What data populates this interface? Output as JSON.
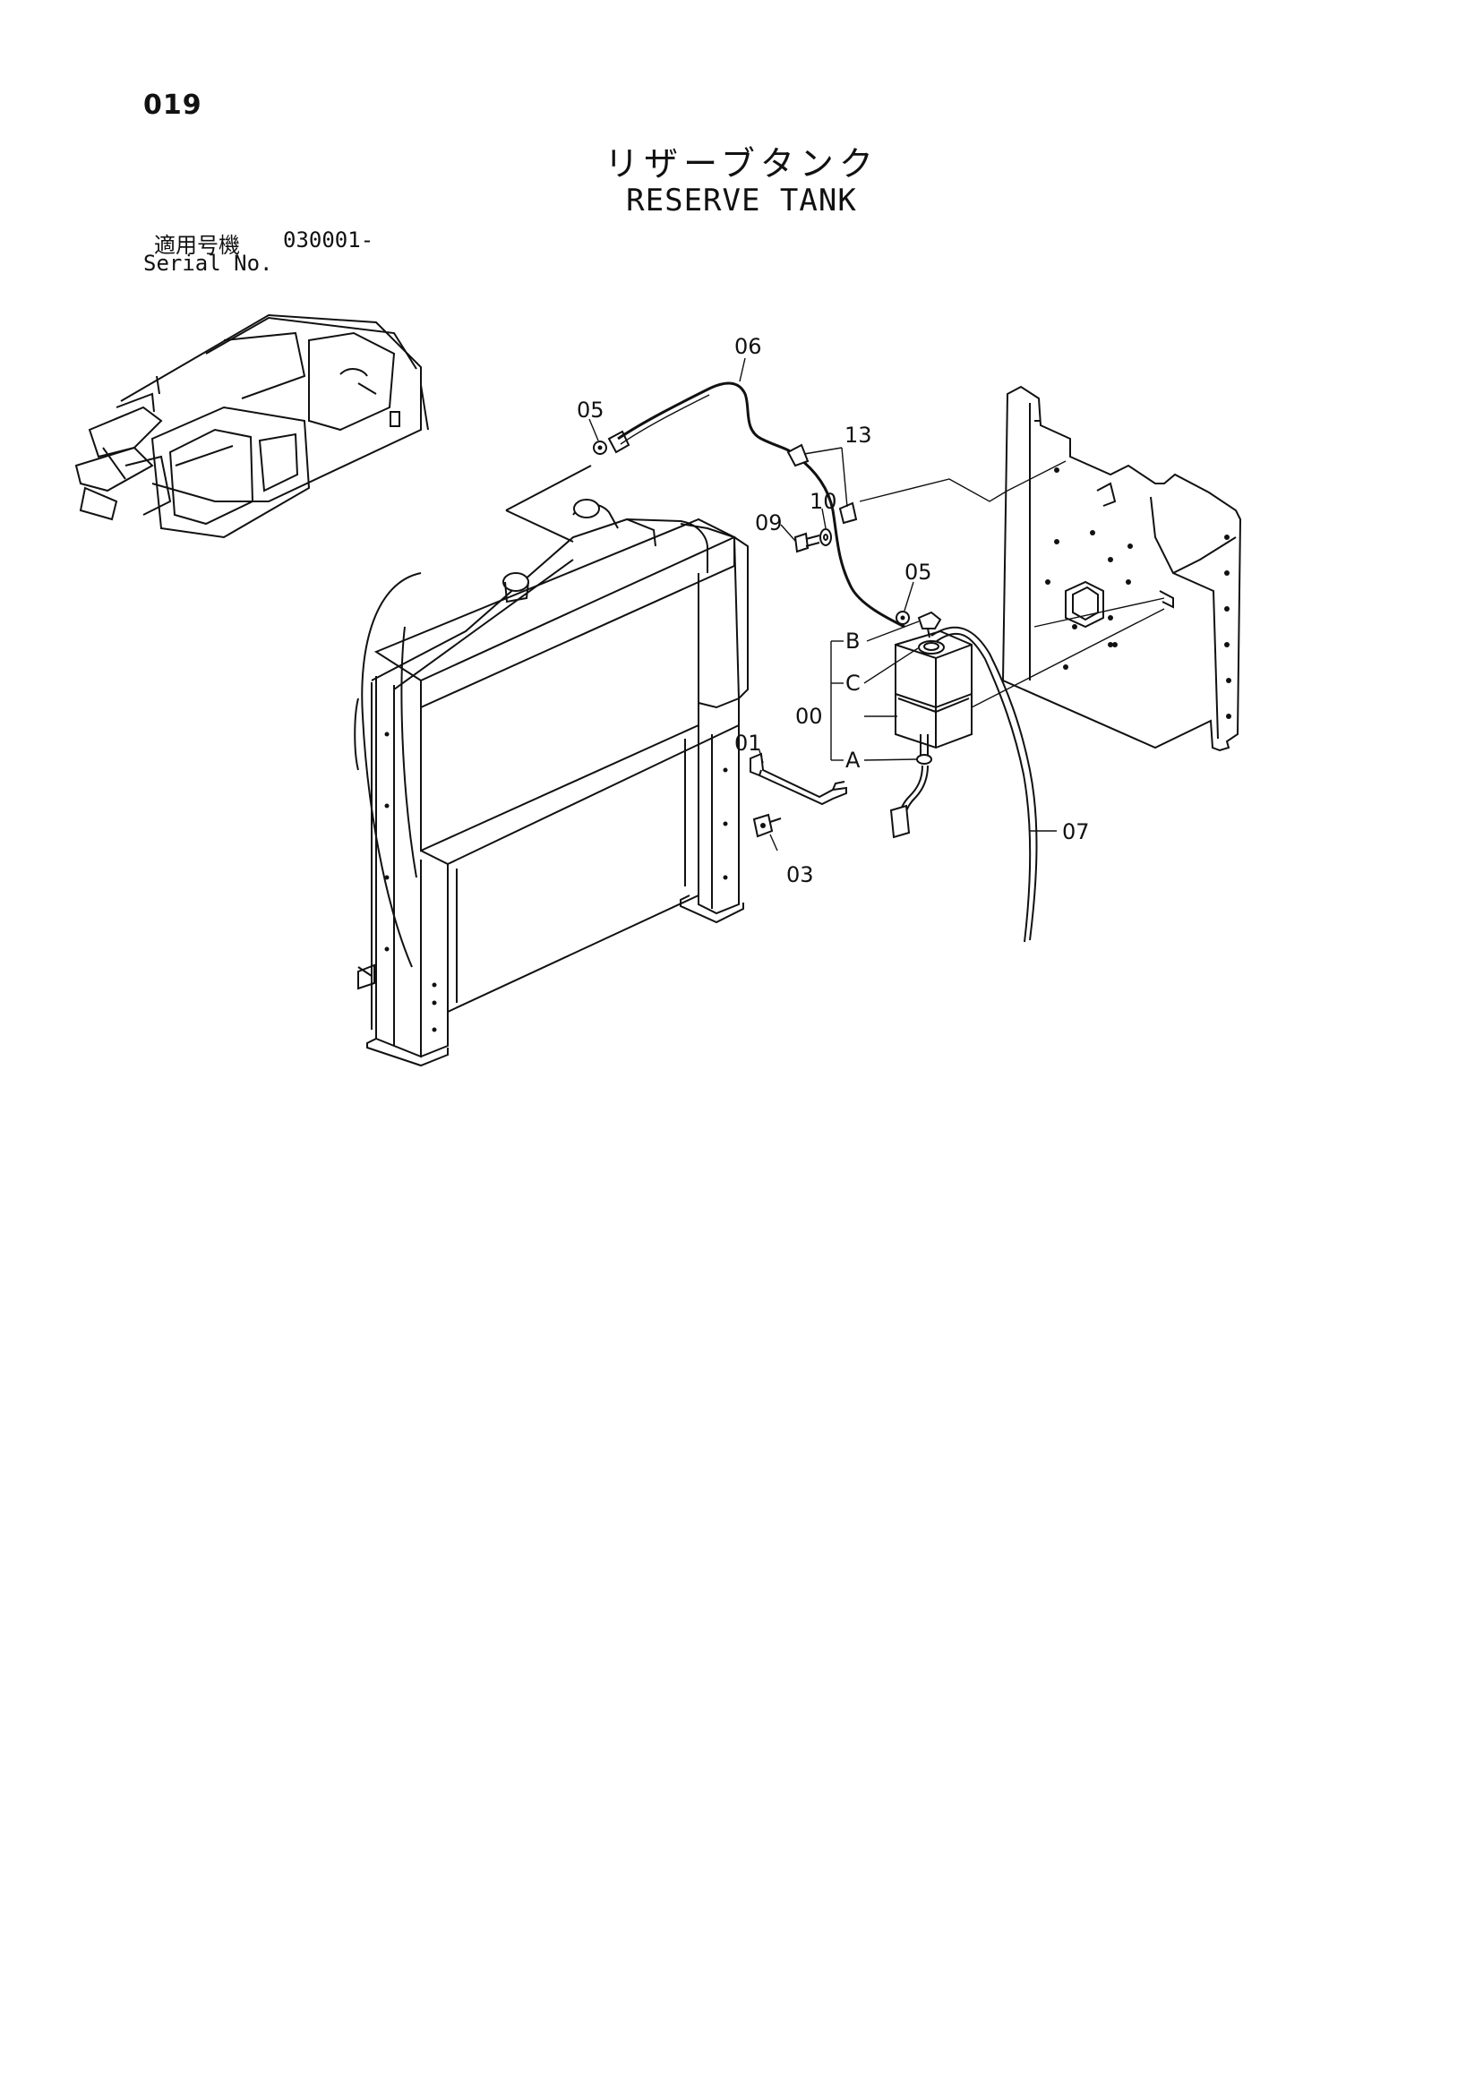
{
  "header": {
    "page_number": "019",
    "title_jp": "リザーブタンク",
    "title_en": "RESERVE TANK",
    "serial_label_jp": "適用号機",
    "serial_value": "030001-",
    "serial_label_en": "Serial No."
  },
  "callouts": {
    "p06": "06",
    "p05_top": "05",
    "p13": "13",
    "p09": "09",
    "p10": "10",
    "p05_mid": "05",
    "pB": "B",
    "pC": "C",
    "p00": "00",
    "p01": "01",
    "pA": "A",
    "p07": "07",
    "p03": "03"
  }
}
